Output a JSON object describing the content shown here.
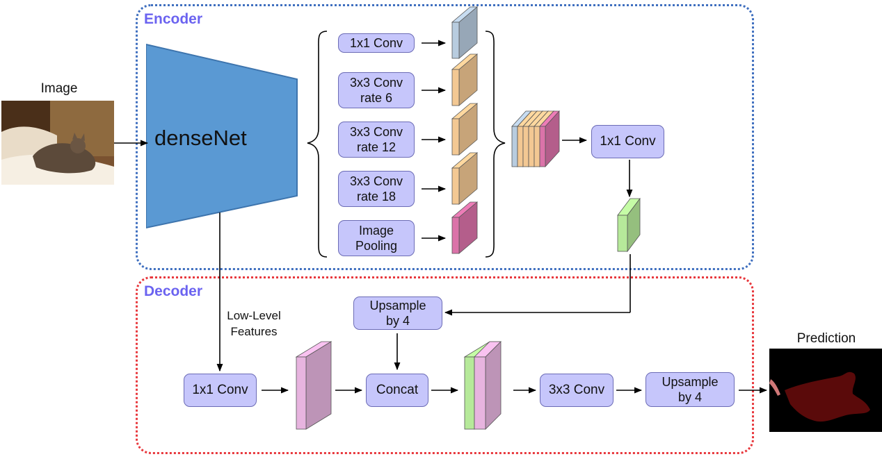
{
  "encoder": {
    "title": "Encoder",
    "backbone": "denseNet",
    "aspp": [
      {
        "label": "1x1 Conv",
        "color": "#b8ccdf"
      },
      {
        "label": "3x3 Conv\nrate 6",
        "color": "#f3c893"
      },
      {
        "label": "3x3 Conv\nrate 12",
        "color": "#f3c893"
      },
      {
        "label": "3x3 Conv\nrate 18",
        "color": "#f3c893"
      },
      {
        "label": "Image\nPooling",
        "color": "#db73a9"
      }
    ],
    "fuse_conv": "1x1 Conv"
  },
  "decoder": {
    "title": "Decoder",
    "low_level_label": "Low-Level\nFeatures",
    "upsample_top": "Upsample\nby 4",
    "low_conv": "1x1 Conv",
    "concat": "Concat",
    "conv3x3": "3x3 Conv",
    "upsample_final": "Upsample\nby 4"
  },
  "io": {
    "input_label": "Image",
    "output_label": "Prediction"
  },
  "colors": {
    "encoder_border": "#3f6fbf",
    "decoder_border": "#e8383d",
    "title_text": "#6b63f0",
    "op_fill": "#c6c6fb",
    "backbone_fill": "#5a99d3",
    "feature_pink": "#e7b4df",
    "feature_green": "#b6e99a"
  }
}
